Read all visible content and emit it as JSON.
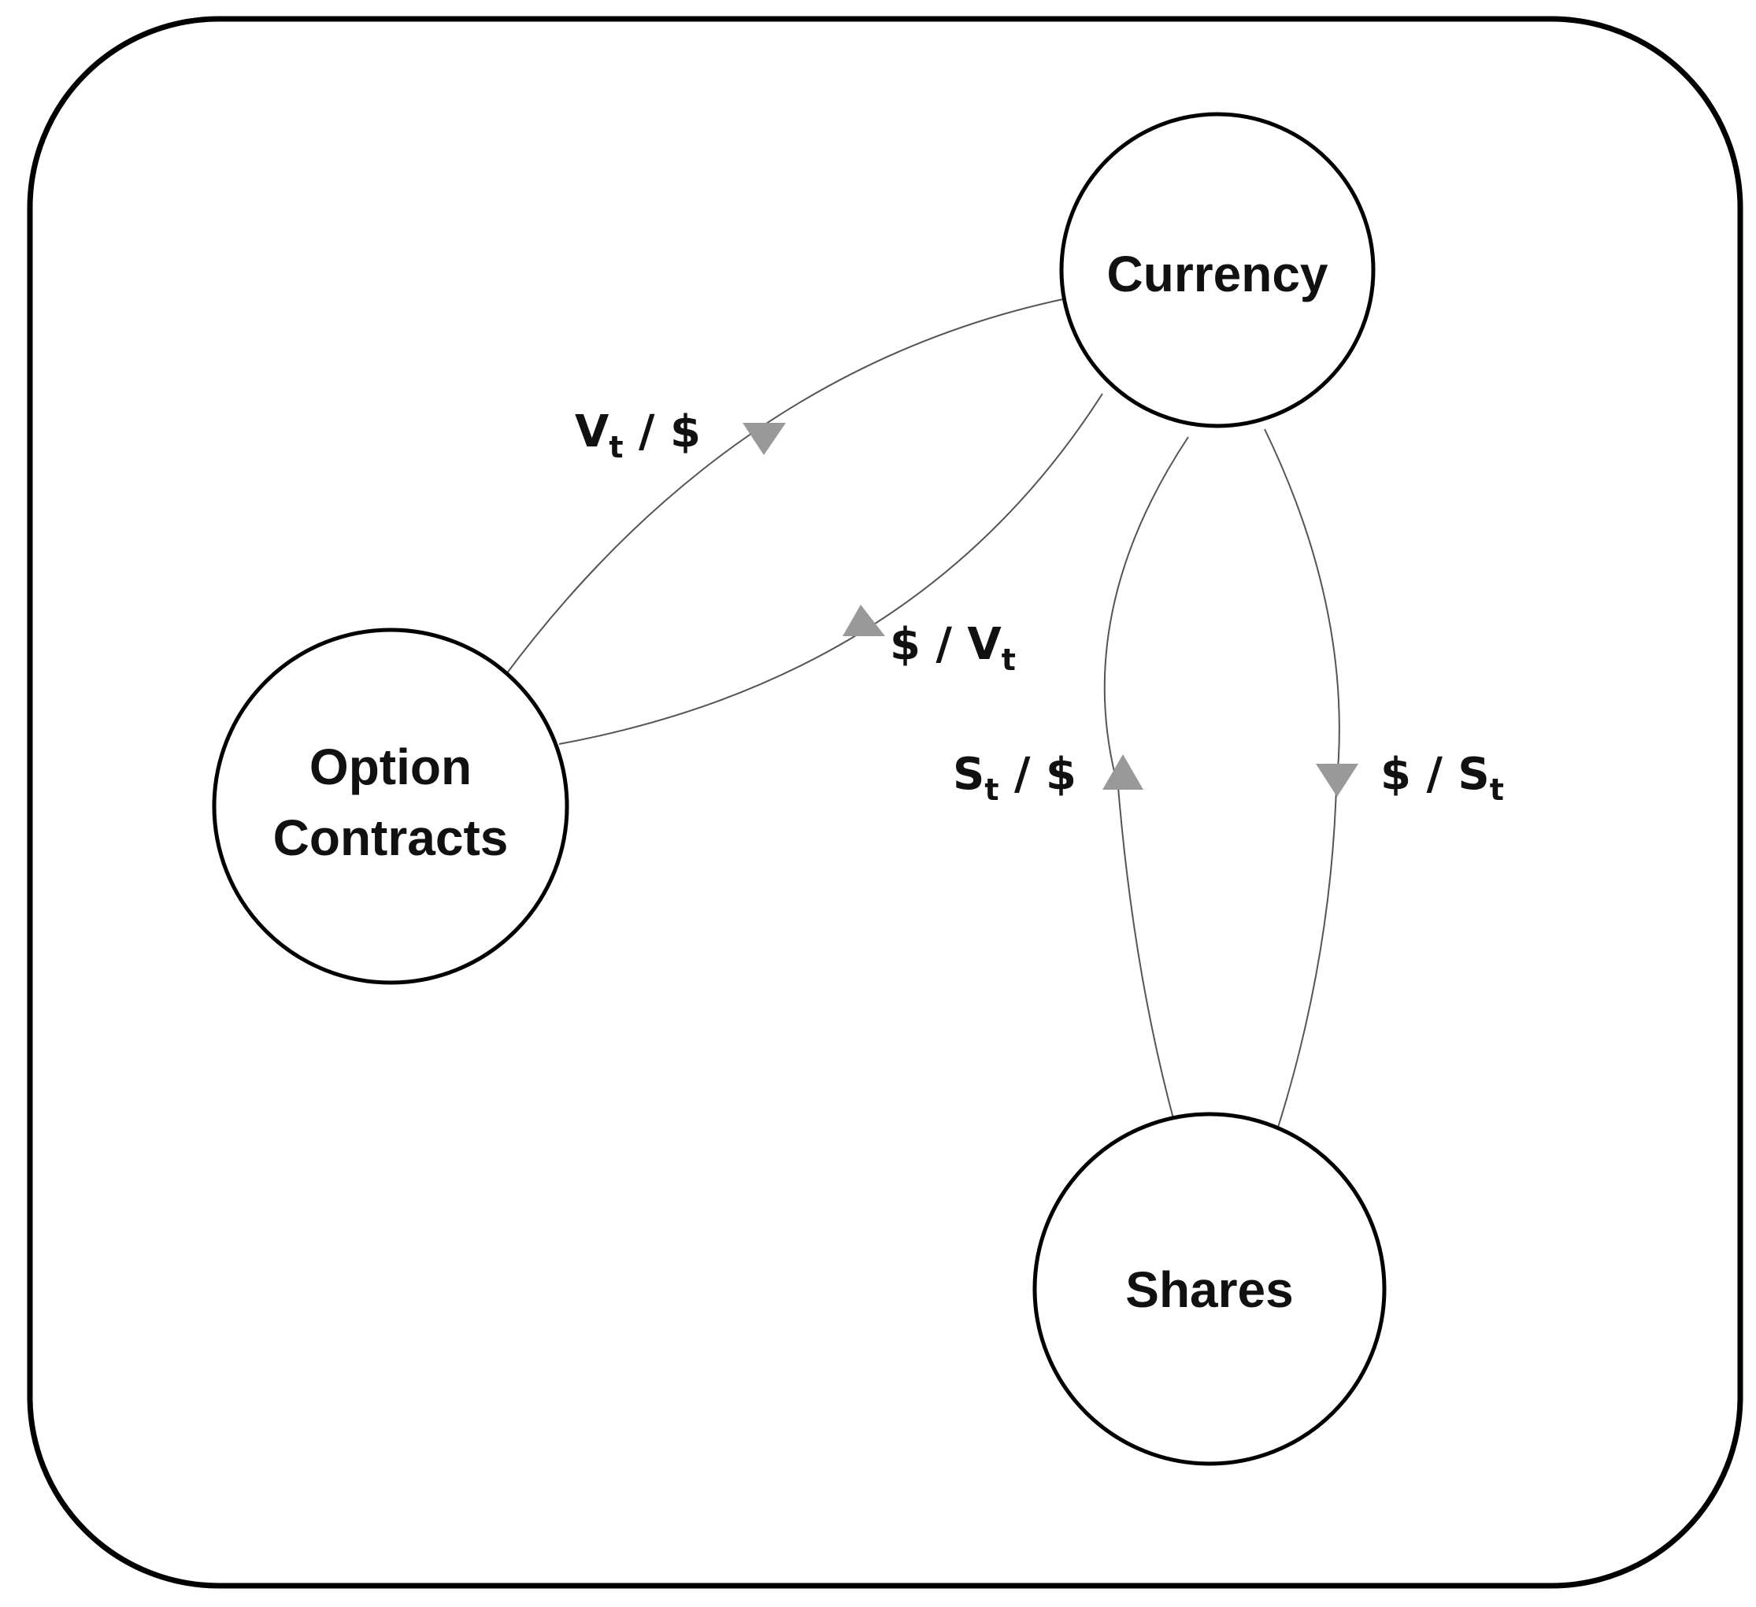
{
  "nodes": {
    "currency": {
      "label": "Currency"
    },
    "option_contracts": {
      "label_line1": "Option",
      "label_line2": "Contracts"
    },
    "shares": {
      "label": "Shares"
    }
  },
  "edges": {
    "currency_to_options": {
      "base": "V",
      "sub": "t",
      "rest": " / $"
    },
    "options_to_currency": {
      "lead": "$ / V",
      "sub": "t"
    },
    "shares_to_currency": {
      "base": "S",
      "sub": "t",
      "rest": " / $"
    },
    "currency_to_shares": {
      "lead": "$ / S",
      "sub": "t"
    }
  },
  "colors": {
    "outline": "#000000",
    "edge": "#555555",
    "arrow": "#999999"
  }
}
